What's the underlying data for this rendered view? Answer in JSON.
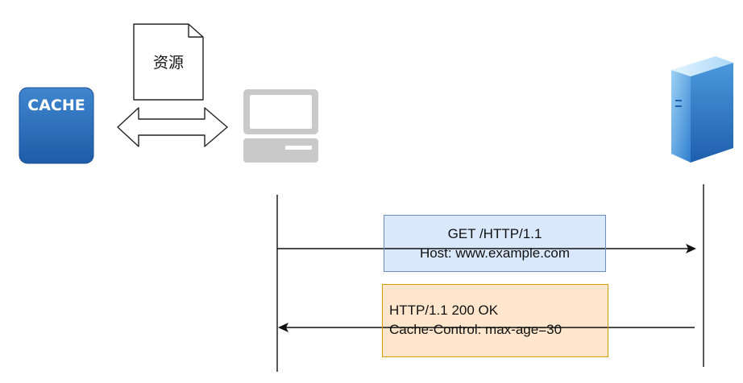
{
  "cache_label": "CACHE",
  "resource_label": "资源",
  "request": {
    "line1": "GET /HTTP/1.1",
    "line2": "Host: www.example.com"
  },
  "response": {
    "line1": "HTTP/1.1 200 OK",
    "line2": "Cache-Control: max-age=30"
  },
  "colors": {
    "cache_blue": "#2b6cb5",
    "request_fill": "#dae8fc",
    "request_border": "#6c8ebf",
    "response_fill": "#ffe6cc",
    "response_border": "#d79b00",
    "computer_gray": "#c8c8c8",
    "server_blue": "#4aa3e0"
  },
  "icons": {
    "cache": "cache-icon",
    "document": "document-icon",
    "arrow": "double-arrow-icon",
    "client": "computer-icon",
    "server": "server-icon"
  }
}
